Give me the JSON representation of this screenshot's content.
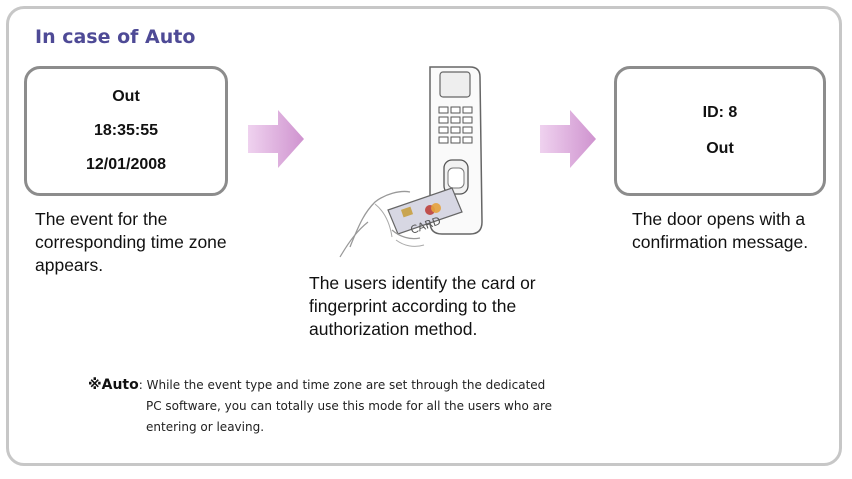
{
  "title": "In case of Auto",
  "left_screen": {
    "lines": [
      "Out",
      "18:35:55",
      "12/01/2008"
    ]
  },
  "right_screen": {
    "lines": [
      "ID: 8",
      "Out"
    ]
  },
  "captions": {
    "left": "The event for the corresponding time zone appears.",
    "middle": "The users identify the card or fingerprint according to the authorization method.",
    "right": "The door opens with a confirmation message."
  },
  "card_text": "CARD",
  "note": {
    "mark": "※",
    "term": "Auto",
    "line1": ": While the event type and time zone are set through the dedicated",
    "line2": "PC software, you can totally use this mode for all the users who are",
    "line3": "entering or leaving."
  },
  "colors": {
    "title": "#4e4a96",
    "arrow": "#d9a9d9",
    "frame": "#c7c7c7",
    "screen_border": "#8c8c8c"
  },
  "icons": [
    "arrow-right-icon",
    "fingerprint-reader-icon",
    "hand-with-card-icon"
  ]
}
